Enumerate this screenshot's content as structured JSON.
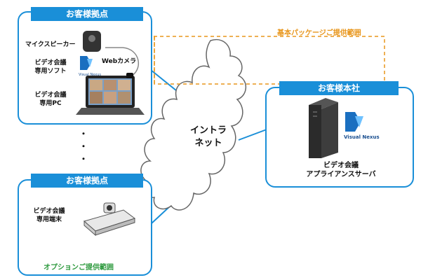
{
  "site_a": {
    "header": "お客様拠点",
    "mic_speaker": "マイクスピーカー",
    "webcam": "Webカメラ",
    "software": "ビデオ会議\n専用ソフト",
    "pc": "ビデオ会議\n専用PC",
    "software_logo": "Visual Nexus"
  },
  "ellipsis": "・\n・\n・",
  "site_b": {
    "header": "お客様拠点",
    "terminal": "ビデオ会議\n専用端末"
  },
  "option_scope": "オプションご提供範囲",
  "basic_package": "基本パッケージご提供範囲",
  "cloud": "イントラ\nネット",
  "hq": {
    "header": "お客様本社",
    "logo": "Visual Nexus",
    "appliance": "ビデオ会議\nアプライアンスサーバ"
  },
  "colors": {
    "site_blue": "#1a8fd8",
    "orange_dash": "#e8961c",
    "green_dash": "#2e9a3e"
  }
}
